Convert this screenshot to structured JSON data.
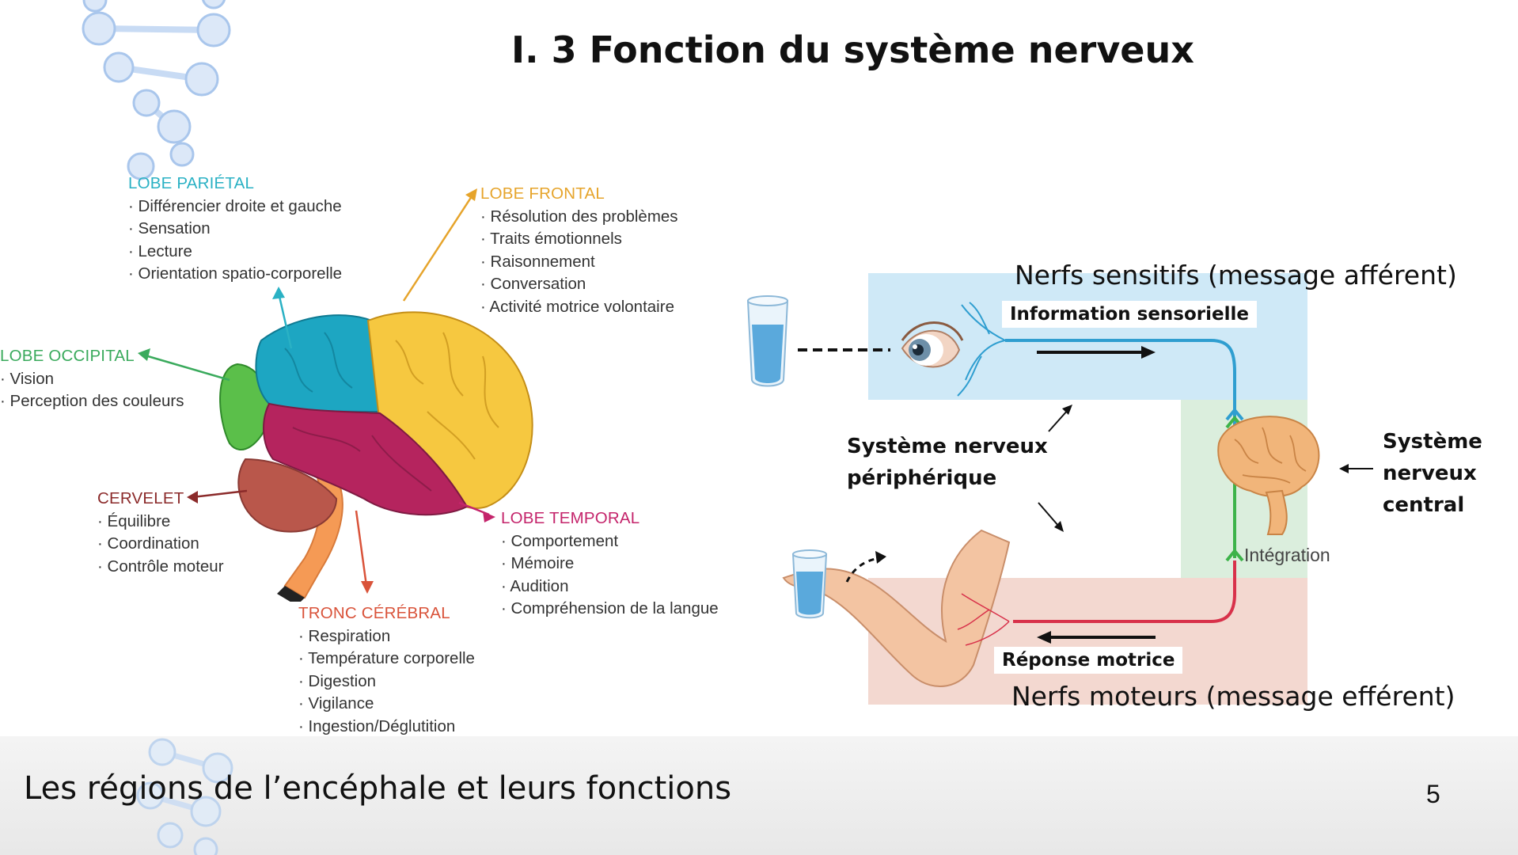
{
  "slide": {
    "title": "I. 3 Fonction du système nerveux",
    "caption": "Les régions de l’encéphale et leurs fonctions",
    "page_number": "5"
  },
  "brain_diagram": {
    "lobe_parietal": {
      "title": "LOBE PARIÉTAL",
      "items": [
        "Différencier droite et gauche",
        "Sensation",
        "Lecture",
        "Orientation spatio-corporelle"
      ],
      "color": "#2ab1c4"
    },
    "lobe_frontal": {
      "title": "LOBE FRONTAL",
      "items": [
        "Résolution des problèmes",
        "Traits émotionnels",
        "Raisonnement",
        "Conversation",
        "Activité motrice volontaire"
      ],
      "color": "#e6a42b"
    },
    "lobe_occipital": {
      "title": "LOBE OCCIPITAL",
      "items": [
        "Vision",
        "Perception des couleurs"
      ],
      "color": "#3aaa5c"
    },
    "cervelet": {
      "title": "CERVELET",
      "items": [
        "Équilibre",
        "Coordination",
        "Contrôle moteur"
      ],
      "color": "#8b2a2a"
    },
    "lobe_temporal": {
      "title": "LOBE TEMPORAL",
      "items": [
        "Comportement",
        "Mémoire",
        "Audition",
        "Compréhension de la langue"
      ],
      "color": "#c4246b"
    },
    "tronc_cerebral": {
      "title": "TRONC CÉRÉBRAL",
      "items": [
        "Respiration",
        "Température corporelle",
        "Digestion",
        "Vigilance",
        "Ingestion/Déglutition"
      ],
      "color": "#d9533a"
    }
  },
  "nerve_diagram": {
    "sensory_nerves": "Nerfs sensitifs (message afférent)",
    "motor_nerves": "Nerfs moteurs (message efférent)",
    "sensory_info": "Information sensorielle",
    "motor_response": "Réponse motrice",
    "peripheral_system": [
      "Système nerveux",
      "périphérique"
    ],
    "central_system": [
      "Système",
      "nerveux",
      "central"
    ],
    "integration": "Intégration",
    "colors": {
      "sensory_zone": "#cfe9f7",
      "central_zone": "#dbeedd",
      "motor_zone": "#f3d8d0",
      "sensory_path": "#2f9ed0",
      "central_path": "#3db34a",
      "motor_path": "#d8314a"
    }
  }
}
